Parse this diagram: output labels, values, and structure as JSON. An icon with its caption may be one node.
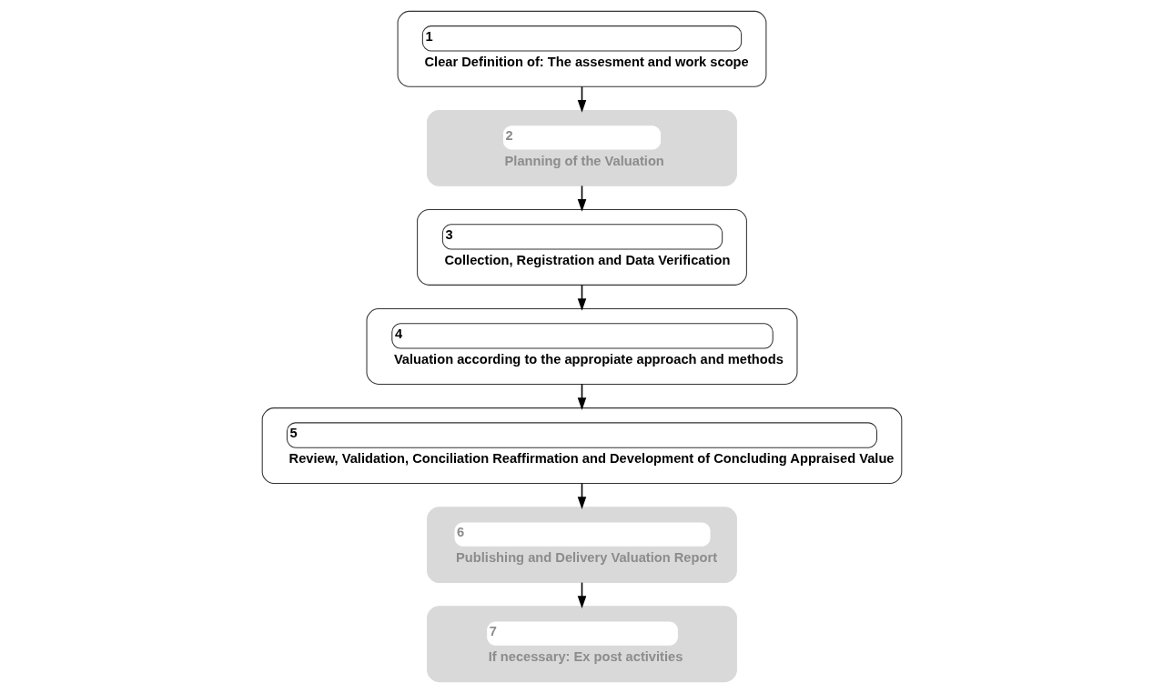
{
  "diagram": {
    "nodes": [
      {
        "text": [
          "1",
          "Clear Definition of: The assesment and work scope"
        ]
      },
      {
        "text": [
          "2",
          "Planning of the Valuation"
        ]
      },
      {
        "text": [
          "3",
          "Collection, Registration and Data Verification"
        ]
      },
      {
        "text": [
          "4",
          "Valuation according to the appropiate approach and methods"
        ]
      },
      {
        "text": [
          "5",
          "Review, Validation, Conciliation Reaffirmation and Development of Concluding Appraised Value"
        ]
      },
      {
        "text": [
          "6",
          "Publishing and Delivery Valuation Report"
        ]
      },
      {
        "text": [
          "7",
          "If necessary: Ex post activities"
        ]
      }
    ],
    "edges": [
      {
        "from": 0,
        "to": 1,
        "arrow": "to"
      },
      {
        "from": 1,
        "to": 2,
        "arrow": "to"
      },
      {
        "from": 2,
        "to": 3,
        "arrow": "to"
      },
      {
        "from": 3,
        "to": 4,
        "arrow": "to"
      },
      {
        "from": 4,
        "to": 5,
        "arrow": "to"
      },
      {
        "from": 5,
        "to": 6,
        "arrow": "to"
      }
    ]
  }
}
